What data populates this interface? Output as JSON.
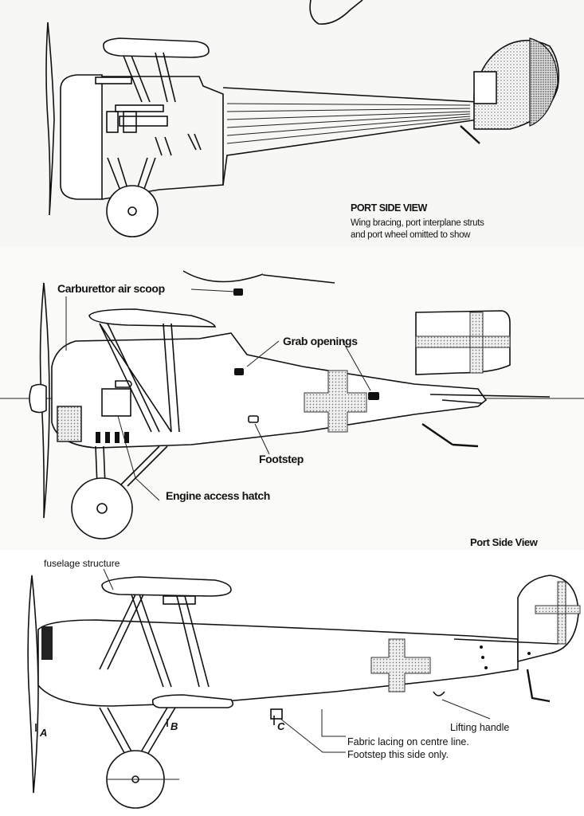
{
  "figure": {
    "panels": [
      {
        "id": "panel-1",
        "title": "PORT SIDE VIEW",
        "caption_lines": [
          "Wing bracing, port interplane struts",
          "and port wheel omitted to show"
        ]
      },
      {
        "id": "panel-2",
        "view_label": "Port Side View",
        "callouts": {
          "carburettor": "Carburettor air scoop",
          "grab": "Grab openings",
          "footstep": "Footstep",
          "hatch": "Engine access hatch"
        }
      },
      {
        "id": "panel-3",
        "top_label": "fuselage structure",
        "callouts": {
          "lifting": "Lifting handle",
          "lacing": "Fabric lacing on centre line.",
          "footstep_note": "Footstep this side only."
        },
        "station_refs": {
          "a": "A",
          "b": "B",
          "c": "C"
        }
      }
    ]
  }
}
